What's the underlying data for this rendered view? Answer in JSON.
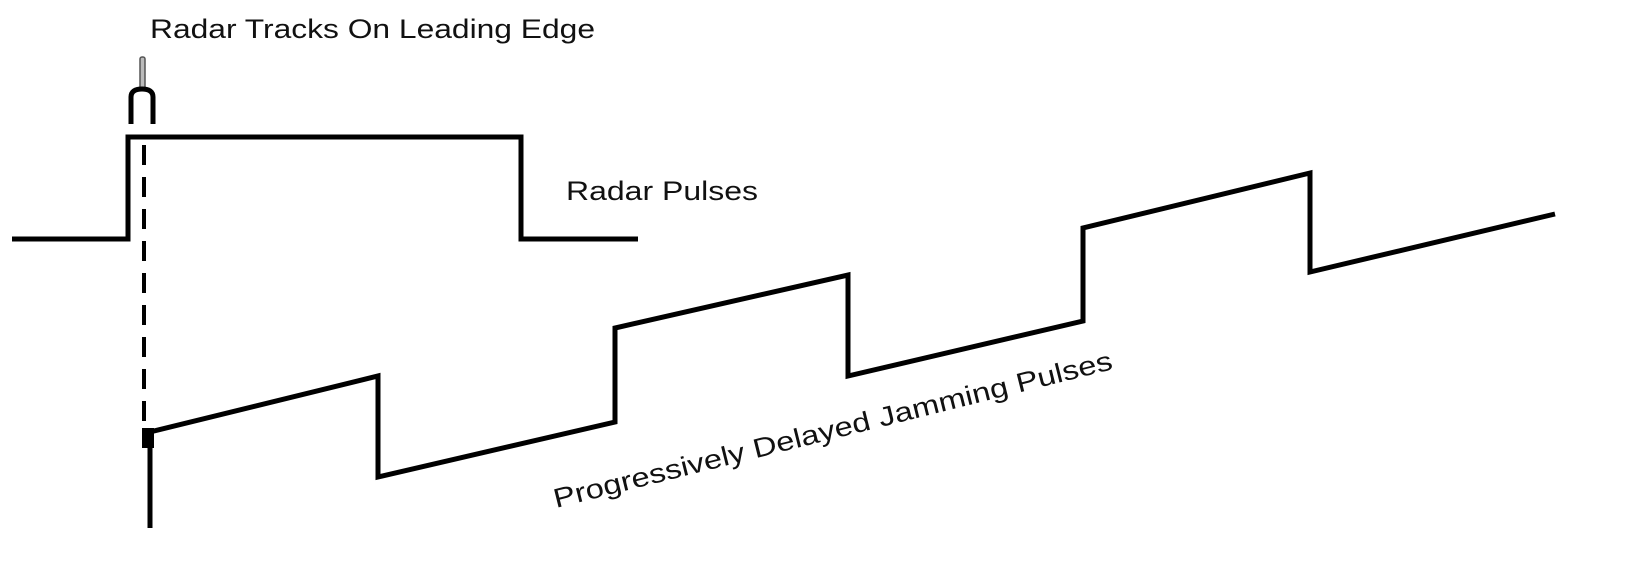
{
  "labels": {
    "tracking": "Radar Tracks On Leading Edge",
    "radar": "Radar Pulses",
    "jamming": "Progressively Delayed Jamming Pulses"
  },
  "colors": {
    "line": "#000000",
    "gate_rod": "#9a9a9a"
  }
}
